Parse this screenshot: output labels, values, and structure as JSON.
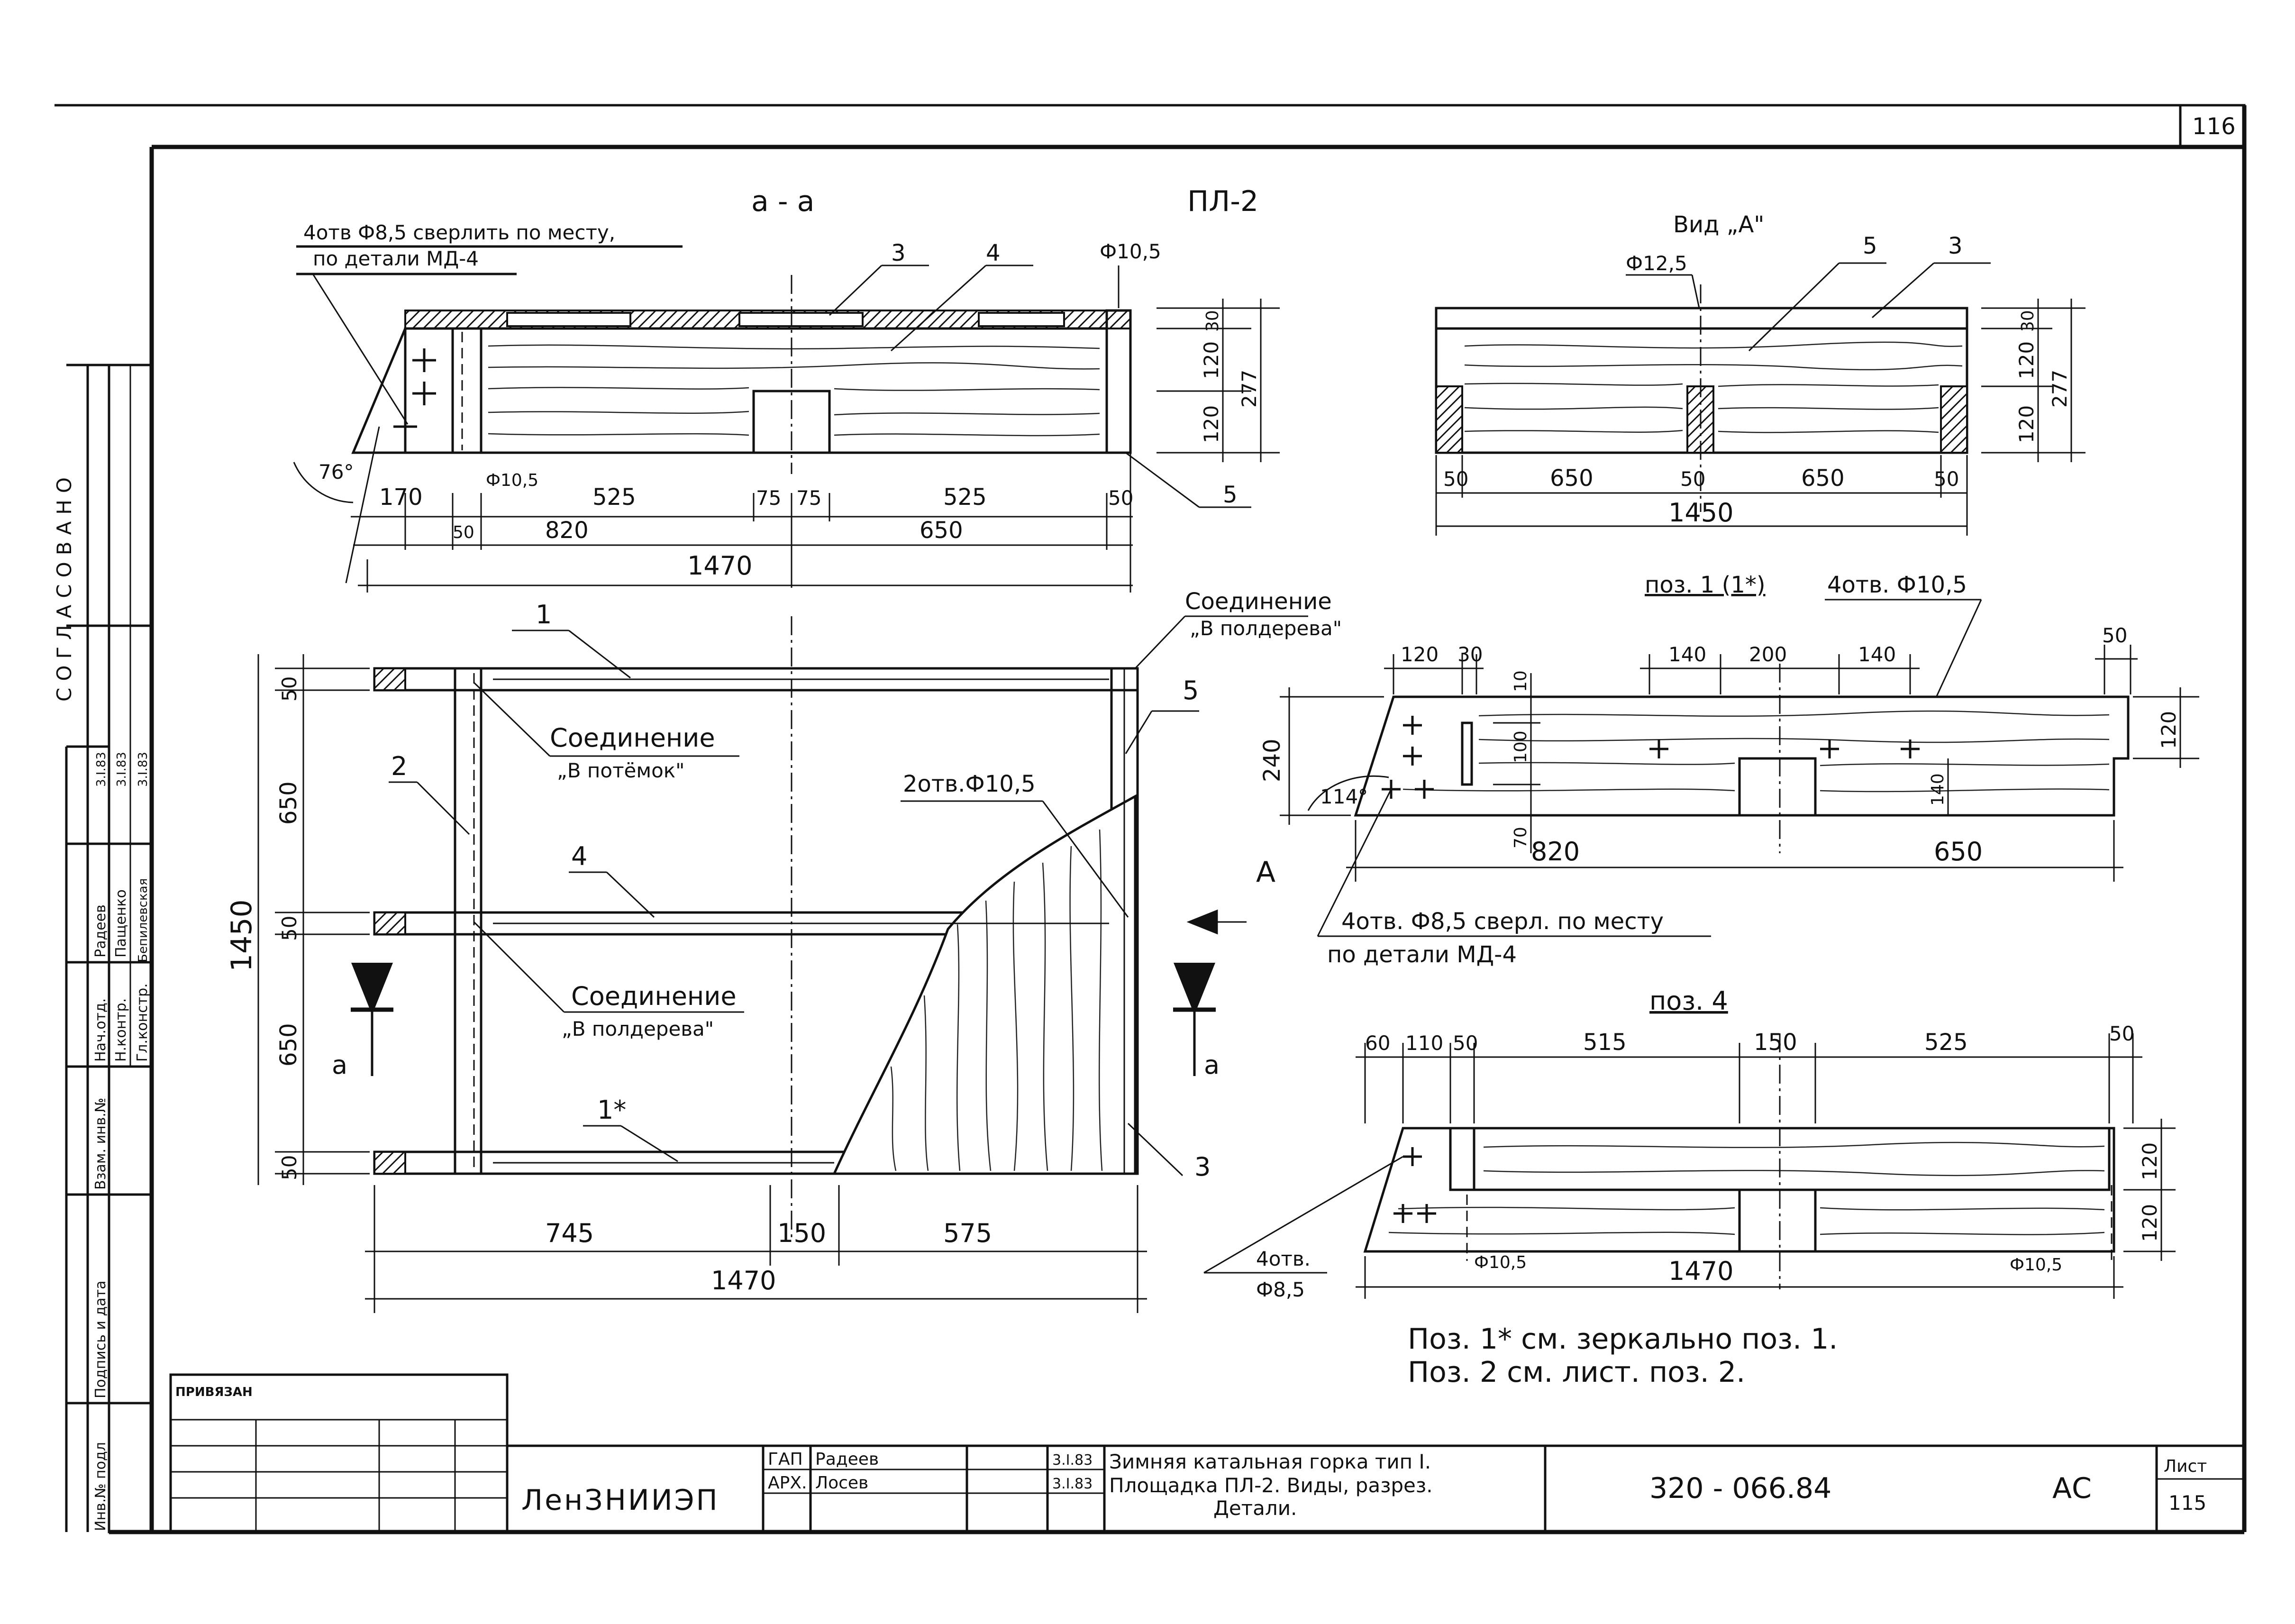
{
  "sheet_number_top": "116",
  "side_stamp": {
    "agreed_label": "СОГЛАСОВАНО",
    "column_labels": [
      "Инв.№ подл",
      "Подпись и дата",
      "Взам. инв.№"
    ],
    "roles": [
      "Нач.отд.",
      "Н.контр.",
      "Гл.констр."
    ],
    "names": [
      "Радеев",
      "Пащенко",
      "Бепилевская"
    ],
    "dates": [
      "3.I.83",
      "3.I.83",
      "3.I.83"
    ]
  },
  "main_title": "ПЛ-2",
  "section_aa": {
    "title": "а - а",
    "note_line1": "4отв Ф8,5 сверлить по месту,",
    "note_line2": "по детали МД-4",
    "callouts": [
      "3",
      "4",
      "Ф10,5",
      "5"
    ],
    "angle": "76°",
    "hole": "Ф10,5",
    "dims_top": [
      "170",
      "525",
      "75",
      "75",
      "525",
      "50"
    ],
    "dims_mid": [
      "50",
      "820",
      "650"
    ],
    "dims_total": "1470",
    "dims_vert": [
      "30",
      "120",
      "120",
      "277"
    ]
  },
  "view_a": {
    "title": "Вид „А\"",
    "hole": "Ф12,5",
    "callouts": [
      "5",
      "3"
    ],
    "dims": [
      "50",
      "650",
      "50",
      "650",
      "50"
    ],
    "total": "1450",
    "dims_vert": [
      "30",
      "120",
      "120",
      "277"
    ]
  },
  "plan": {
    "joint_top": [
      "Соединение",
      "„В полдерева\""
    ],
    "joint_dark": [
      "Соединение",
      "„В потёмок\""
    ],
    "joint_mid": [
      "Соединение",
      "„В полдерева\""
    ],
    "callouts": [
      "1",
      "2",
      "4",
      "5",
      "1*",
      "3"
    ],
    "holes_note": "2отв.Ф10,5",
    "arrow_label": "А",
    "section_marks": [
      "а",
      "а"
    ],
    "dims_left": [
      "50",
      "650",
      "50",
      "650",
      "50"
    ],
    "total_left": "1450",
    "dims_bottom": [
      "745",
      "150",
      "575"
    ],
    "total_bottom": "1470"
  },
  "pos1": {
    "title": "поз. 1 (1*)",
    "holes_note": "4отв. Ф10,5",
    "dims_top": [
      "120",
      "30",
      "140",
      "200",
      "140",
      "50"
    ],
    "dims_vert": [
      "10",
      "100",
      "70",
      "240",
      "120",
      "140"
    ],
    "angle": "114°",
    "dims_bottom": [
      "820",
      "650"
    ],
    "note_line1": "4отв. Ф8,5 сверл. по месту",
    "note_line2": "по детали МД-4"
  },
  "pos4": {
    "title": "поз. 4",
    "dims_top": [
      "60",
      "110",
      "50",
      "515",
      "150",
      "525",
      "50"
    ],
    "dims_vert": [
      "120",
      "120"
    ],
    "holes_note_line1": "4отв.",
    "holes_note_line2": "Ф8,5",
    "holes": [
      "Ф10,5",
      "Ф10,5"
    ],
    "total": "1470"
  },
  "notes": [
    "Поз. 1* см. зеркально поз. 1.",
    "Поз. 2 см. лист. поз. 2."
  ],
  "title_block": {
    "bound_label": "ПРИВЯЗАН",
    "org": "ЛенЗНИИЭП",
    "roles": [
      "ГАП",
      "АРХ."
    ],
    "names": [
      "Радеев",
      "Лосев"
    ],
    "dates": [
      "3.I.83",
      "3.I.83"
    ],
    "title_line1": "Зимняя катальная горка тип I.",
    "title_line2": "Площадка ПЛ-2. Виды, разрез.",
    "title_line3": "Детали.",
    "code": "320 - 066.84",
    "stage": "АС",
    "sheet_label": "Лист",
    "sheet": "115"
  }
}
